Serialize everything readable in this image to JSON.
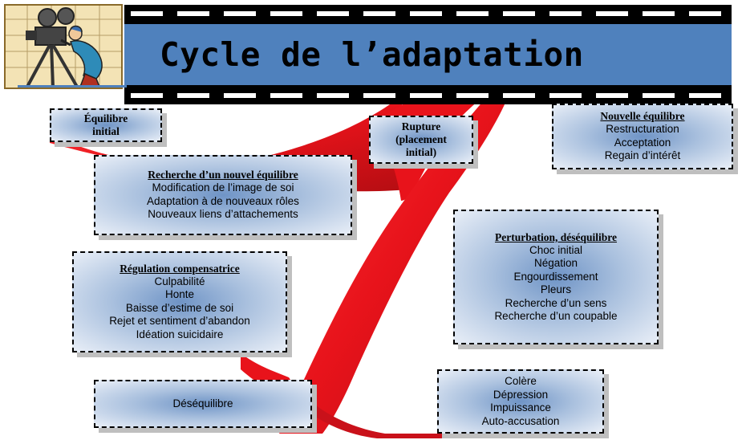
{
  "header": {
    "title": "Cycle de l’adaptation"
  },
  "boxes": {
    "equilibre_initial": {
      "title": "Équilibre initial",
      "items": []
    },
    "rupture": {
      "title": "Rupture (placement initial)",
      "items": []
    },
    "nouvelle_equilibre": {
      "title": "Nouvelle équilibre",
      "items": [
        "Restructuration",
        "Acceptation",
        "Regain d’intérêt"
      ]
    },
    "recherche": {
      "title": "Recherche d’un nouvel équilibre",
      "items": [
        "Modification de l’image de soi",
        "Adaptation à de nouveaux rôles",
        "Nouveaux liens d’attachements"
      ]
    },
    "perturbation": {
      "title": "Perturbation, déséquilibre",
      "items": [
        "Choc initial",
        "Négation",
        "Engourdissement",
        "Pleurs",
        "Recherche d’un sens",
        "Recherche d’un coupable"
      ]
    },
    "regulation": {
      "title": "Régulation compensatrice",
      "items": [
        "Culpabilité",
        "Honte",
        "Baisse d’estime de soi",
        "Rejet et sentiment d’abandon",
        "Idéation suicidaire"
      ]
    },
    "desequilibre": {
      "title": "",
      "items": [
        "Déséquilibre"
      ]
    },
    "colere": {
      "title": "",
      "items": [
        "Colère",
        "Dépression",
        "Impuissance",
        "Auto-accusation"
      ]
    }
  },
  "colors": {
    "ribbon": "#e8131b",
    "band": "#4f81bd",
    "box_center": "#6f94c6"
  },
  "icons": {
    "clipart": "cameraman-clipart-icon"
  }
}
